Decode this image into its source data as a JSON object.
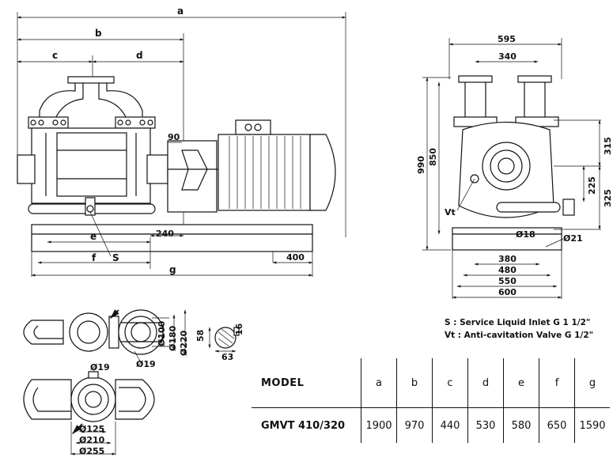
{
  "top_dims": {
    "a": "a",
    "b": "b",
    "c": "c",
    "d": "d",
    "d90": "90",
    "d240": "240",
    "e": "e",
    "f": "f",
    "g": "g",
    "d400": "400",
    "S": "S"
  },
  "end_dims": {
    "d595": "595",
    "d340": "340",
    "d990": "990",
    "d850": "850",
    "d315": "315",
    "d225": "225",
    "d325": "325",
    "Vt": "Vt",
    "d18": "Ø18",
    "d21": "Ø21",
    "d380": "380",
    "d480": "480",
    "d550": "550",
    "d600": "600"
  },
  "flange_dims": {
    "d100": "Ø100",
    "d180": "Ø180",
    "d220": "Ø220",
    "d19a": "Ø19",
    "d19b": "Ø19",
    "d125": "Ø125",
    "d210": "Ø210",
    "d255": "Ø255",
    "d58": "58",
    "d16": "16",
    "d63": "63"
  },
  "notes": {
    "s": "S  : Service Liquid Inlet G 1 1/2\"",
    "vt": "Vt : Anti-cavitation Valve  G 1/2\""
  },
  "table": {
    "header": [
      "MODEL",
      "a",
      "b",
      "c",
      "d",
      "e",
      "f",
      "g"
    ],
    "row": [
      "GMVT 410/320",
      "1900",
      "970",
      "440",
      "530",
      "580",
      "650",
      "1590"
    ]
  }
}
